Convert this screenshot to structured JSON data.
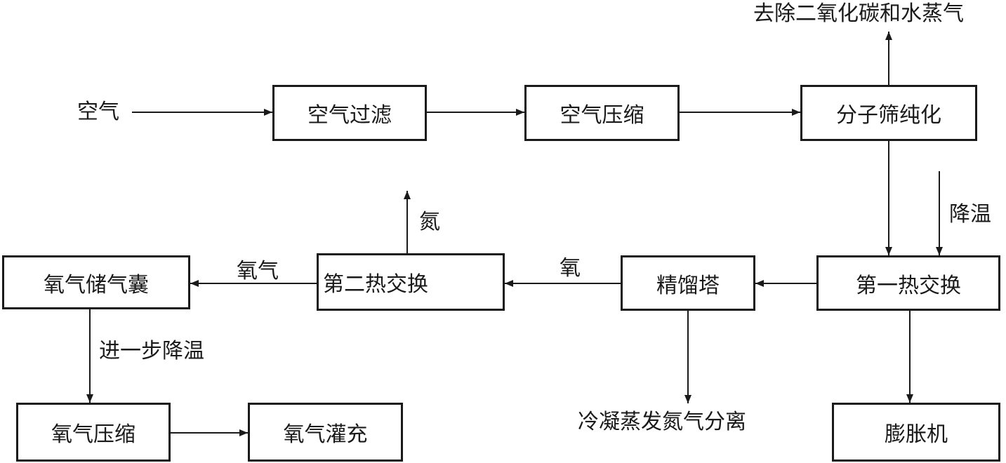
{
  "nodes": {
    "air_filter": "空气过滤",
    "air_compression": "空气压缩",
    "molecular_sieve": "分子筛纯化",
    "heat_exchange_1": "第一热交换",
    "rectification_tower": "精馏塔",
    "heat_exchange_2": "第二热交换",
    "oxygen_storage_bag": "氧气储气囊",
    "oxygen_compression": "氧气压缩",
    "oxygen_filling": "氧气灌充",
    "expander": "膨胀机"
  },
  "labels": {
    "air_input": "空气",
    "remove_co2_h2o": "去除二氧化碳和水蒸气",
    "cooling": "降温",
    "oxygen": "氧",
    "oxygen_gas": "氧气",
    "nitrogen": "氮",
    "further_cooling": "进一步降温",
    "nitrogen_separation": "冷凝蒸发氮气分离"
  },
  "colors": {
    "ink": "#1a1a1a",
    "background": "#ffffff"
  }
}
